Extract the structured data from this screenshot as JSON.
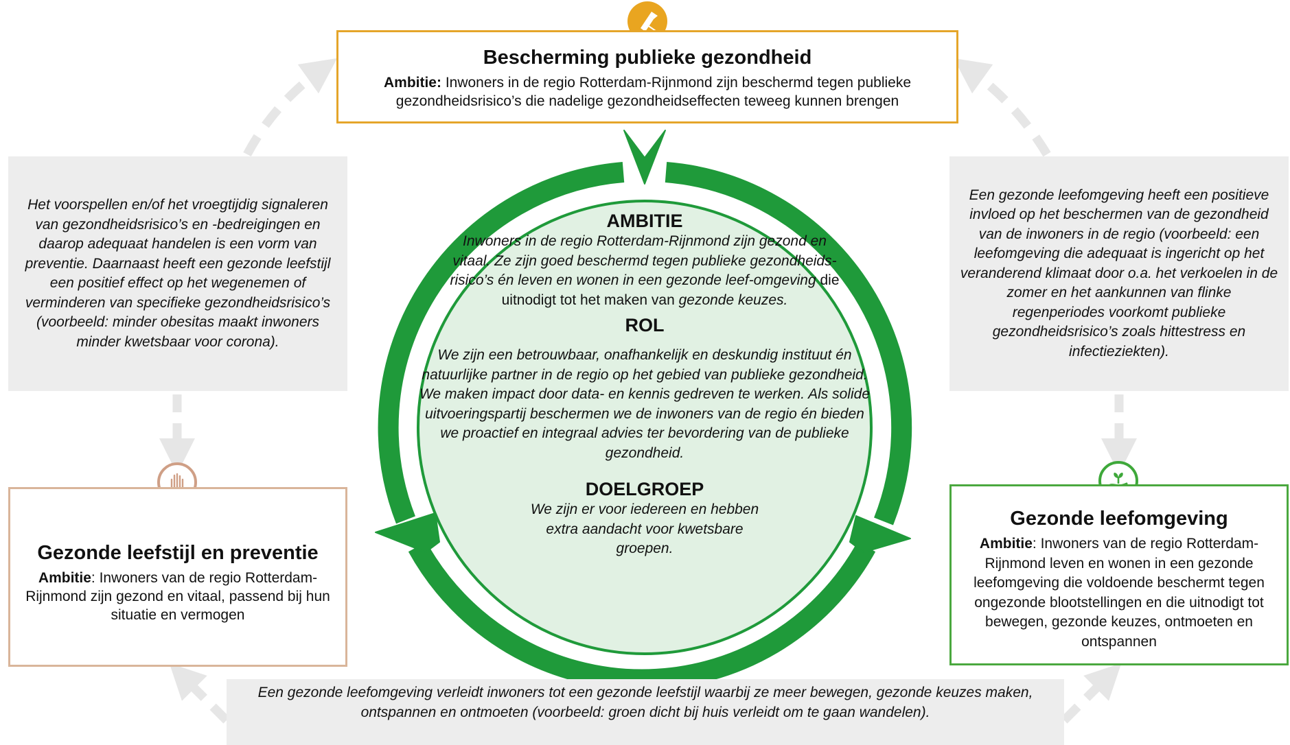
{
  "top_box": {
    "title": "Bescherming publieke gezondheid",
    "ambition_label": "Ambitie:",
    "ambition_text": " Inwoners in de regio Rotterdam-Rijnmond zijn beschermd tegen publieke gezondheidsrisico’s die nadelige gezondheidseffecten teweeg kunnen brengen",
    "icon": "flashlight-icon"
  },
  "left_box": {
    "title": "Gezonde leefstijl en preventie",
    "ambition_label": "Ambitie",
    "ambition_text": ": Inwoners van de regio Rotterdam-Rijnmond zijn gezond en vitaal, passend bij hun situatie en vermogen",
    "icon": "hands-icon"
  },
  "right_box": {
    "title": "Gezonde leefomgeving",
    "ambition_label": "Ambitie",
    "ambition_text": ": Inwoners van de regio Rotterdam-Rijnmond leven en wonen in een gezonde leefomgeving die voldoende beschermt tegen ongezonde blootstellingen en die uitnodigt tot bewegen, gezonde keuzes, ontmoeten en ontspannen",
    "icon": "plant-in-hand-icon"
  },
  "notes": {
    "left": "Het voorspellen en/of het vroegtijdig signaleren van gezondheidsrisico’s en -bedreigingen en daarop adequaat handelen is een vorm van preventie. Daarnaast heeft een gezonde leefstijl een positief effect op het wegenemen of verminderen van specifieke gezondheidsrisico’s (voorbeeld: minder obesitas maakt inwoners minder kwetsbaar voor corona).",
    "right": "Een gezonde leefomgeving heeft een positieve invloed op het beschermen van de gezondheid van de inwoners in de regio (voorbeeld: een leefomgeving die adequaat is ingericht op het veranderend klimaat door o.a. het verkoelen in de zomer en het aankunnen van flinke regenperiodes voorkomt publieke gezondheidsrisico’s zoals hittestress en infectieziekten).",
    "bottom": "Een gezonde leefomgeving verleidt inwoners tot een gezonde leefstijl waarbij ze meer bewegen, gezonde keuzes maken, ontspannen en ontmoeten (voorbeeld: groen dicht bij huis verleidt om te gaan wandelen)."
  },
  "center": {
    "ambitie_heading": "AMBITIE",
    "ambitie_part1": "Inwoners in de regio Rotterdam-Rijnmond zijn gezond en vitaal. Ze zijn goed beschermd tegen publieke gezondheids-risico’s én leven en wonen in een gezonde leef-omgeving",
    "ambitie_part2": " die uitnodigt tot het maken van ",
    "ambitie_part3": "gezonde keuzes.",
    "rol_heading": "ROL",
    "rol_text": "We zijn een betrouwbaar, onafhankelijk en deskundig instituut én natuurlijke partner in de regio op het gebied van publieke gezondheid. We maken impact door data- en kennis gedreven te werken. Als solide uitvoeringspartij beschermen we de inwoners van de regio én bieden we proactief en integraal advies ter bevordering van de publieke gezondheid.",
    "doelgroep_heading": "DOELGROEP",
    "doelgroep_text": "We zijn er voor iedereen en hebben extra aandacht voor kwetsbare groepen."
  },
  "colors": {
    "ring_green": "#1f9a3a",
    "circle_fill": "#e1f1e3",
    "top_accent": "#e5a52a",
    "left_accent": "#d9b59a",
    "right_accent": "#4aa83e",
    "grey_arrow": "#e6e6e6",
    "note_bg": "#ededed"
  }
}
